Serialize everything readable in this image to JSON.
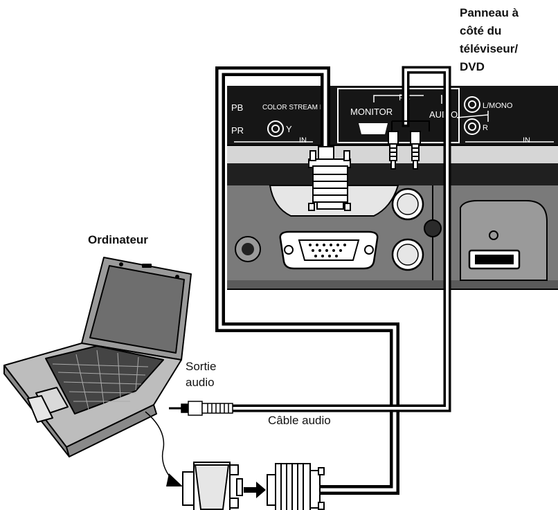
{
  "labels": {
    "panel_lines": [
      "Panneau à",
      "côté du",
      "téléviseur/",
      "DVD"
    ],
    "computer": "Ordinateur",
    "audio_out_lines": [
      "Sortie",
      "audio"
    ],
    "audio_cable": "Câble audio"
  },
  "panel_text": {
    "pb": "PB",
    "pr": "PR",
    "color_stream": "COLOR STREAM HD",
    "y": "Y",
    "in_left": "IN",
    "pc": "PC",
    "monitor": "MONITOR",
    "audio": "AUDIO",
    "l_mono": "L/MONO",
    "r": "R",
    "in_right": "IN"
  },
  "colors": {
    "cable": "#000000",
    "panel_dark": "#2b2b2b",
    "panel_gray": "#6e6e6e",
    "panel_light": "#bdbdbd"
  }
}
